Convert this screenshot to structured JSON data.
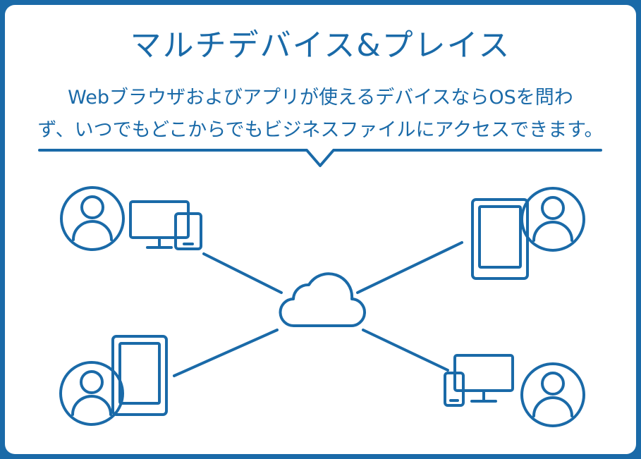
{
  "title": "マルチデバイス&プレイス",
  "description": {
    "line1": "Webブラウザおよびアプリが使えるデバイスならOSを問わ",
    "line2": "ず、いつでもどこからでもビジネスファイルにアクセスできます。"
  },
  "colors": {
    "accent": "#1a6aa8",
    "background": "#ffffff",
    "frame": "#1a6aa8"
  },
  "icons": [
    "user-icon",
    "desktop-monitor-icon",
    "smartphone-icon",
    "tablet-icon",
    "cloud-icon",
    "connection-line"
  ]
}
